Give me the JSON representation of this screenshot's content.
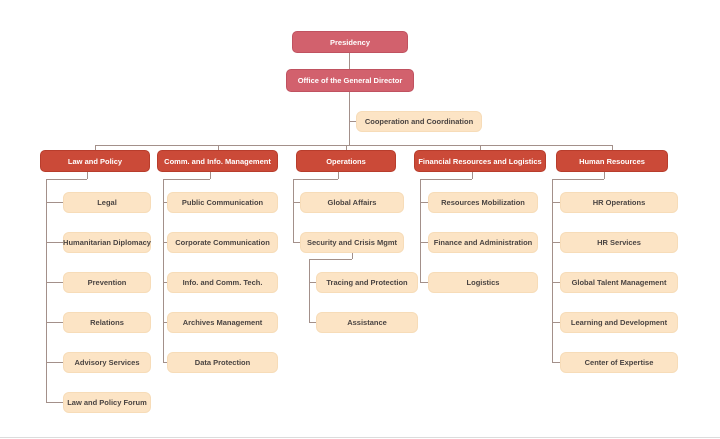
{
  "chart": {
    "root": {
      "label": "Presidency"
    },
    "director": {
      "label": "Office of the General Director"
    },
    "staff": {
      "label": "Cooperation and Coordination"
    },
    "departments": [
      {
        "label": "Law and Policy",
        "children": [
          "Legal",
          "Humanitarian Diplomacy",
          "Prevention",
          "Relations",
          "Advisory Services",
          "Law and Policy Forum"
        ]
      },
      {
        "label": "Comm. and Info. Management",
        "children": [
          "Public Communication",
          "Corporate Communication",
          "Info. and Comm. Tech.",
          "Archives Management",
          "Data Protection"
        ]
      },
      {
        "label": "Operations",
        "children": [
          "Global Affairs",
          "Security and Crisis Mgmt"
        ],
        "level2": [
          "Tracing and Protection",
          "Assistance"
        ]
      },
      {
        "label": "Financial Resources and Logistics",
        "children": [
          "Resources Mobilization",
          "Finance and Administration",
          "Logistics"
        ]
      },
      {
        "label": "Human Resources",
        "children": [
          "HR Operations",
          "HR Services",
          "Global Talent Management",
          "Learning and Development",
          "Center of Expertise"
        ]
      }
    ]
  },
  "colors": {
    "root_fill": "#d2616d",
    "department_fill": "#cb4a38",
    "child_fill": "#fce4c5",
    "connector": "#a3908a",
    "text_on_red": "#ffffff",
    "text_on_peach": "#4a4442"
  }
}
